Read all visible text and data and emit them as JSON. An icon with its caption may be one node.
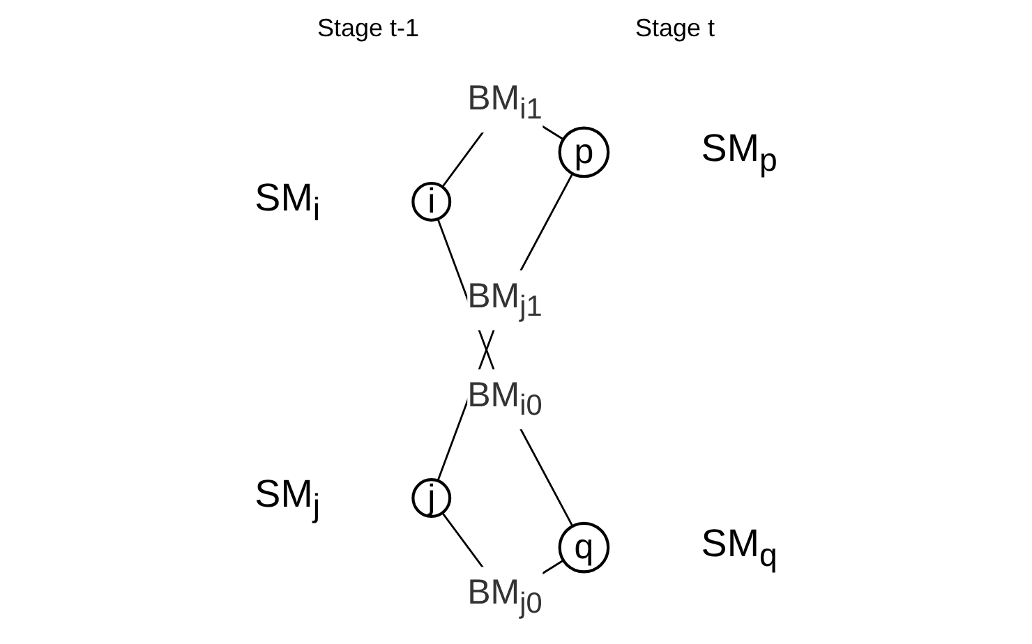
{
  "diagram": {
    "nodes": [
      {
        "text": [
          "i"
        ],
        "beside": [
          "SM$_{i}$"
        ]
      },
      {
        "text": [
          "p"
        ],
        "beside": [
          "SM$_{p}$"
        ]
      },
      {
        "text": [
          "j"
        ],
        "beside": [
          "SM$_{j}$"
        ]
      },
      {
        "text": [
          "q"
        ],
        "beside": [
          "SM$_{q}$"
        ]
      }
    ],
    "edges": [
      {
        "from": 0,
        "to": 1,
        "arrow": "none",
        "label": "BM$_{i1}$"
      },
      {
        "from": 0,
        "to": 3,
        "arrow": "none",
        "label": "BM$_{i0}$"
      },
      {
        "from": 2,
        "to": 1,
        "arrow": "none",
        "label": "BM$_{j1}$"
      },
      {
        "from": 2,
        "to": 3,
        "arrow": "none",
        "label": "BM$_{j0}$"
      }
    ],
    "labels": [
      "Stage t-1",
      "Stage t"
    ]
  }
}
